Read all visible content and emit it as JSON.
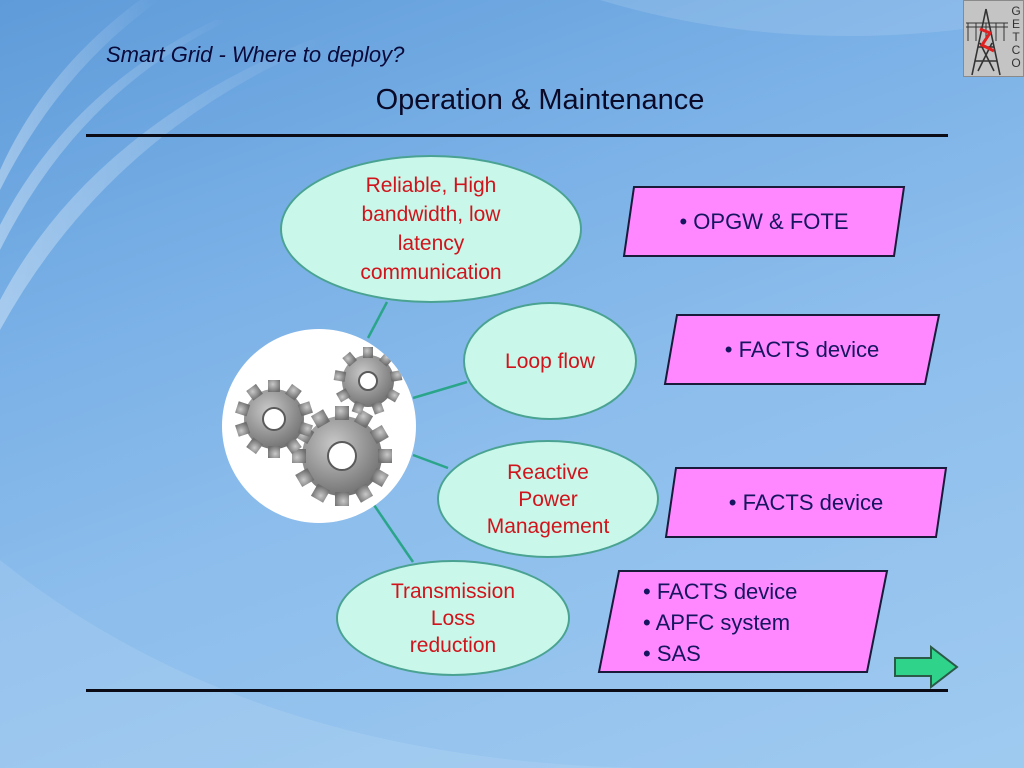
{
  "slide": {
    "subtitle": "Smart Grid  - Where to deploy?",
    "title": "Operation & Maintenance"
  },
  "logo": {
    "letters": [
      "G",
      "E",
      "T",
      "C",
      "O"
    ]
  },
  "goals": [
    {
      "lines": [
        "Reliable, High",
        "bandwidth, low",
        "latency",
        "communication"
      ]
    },
    {
      "lines": [
        "Loop flow"
      ]
    },
    {
      "lines": [
        "Reactive",
        "Power",
        "Management"
      ]
    },
    {
      "lines": [
        "Transmission",
        "Loss",
        "reduction"
      ]
    }
  ],
  "solutions": [
    {
      "items": [
        "• OPGW & FOTE"
      ]
    },
    {
      "items": [
        "• FACTS device"
      ]
    },
    {
      "items": [
        "• FACTS device"
      ]
    },
    {
      "items": [
        "• FACTS device",
        "• APFC system",
        "• SAS"
      ]
    }
  ],
  "colors": {
    "background": "#7fb4e8",
    "goal_fill": "#c9f7ea",
    "goal_border": "#4aa392",
    "goal_text": "#d1141b",
    "solution_fill": "#ff87ff",
    "solution_border": "#1a1a3a",
    "solution_text": "#151560",
    "connector": "#2aa58a",
    "arrow_fill": "#2fd38a"
  },
  "icons": {
    "center": "gears-icon",
    "nav": "next-arrow-icon",
    "brand": "getco-logo"
  }
}
